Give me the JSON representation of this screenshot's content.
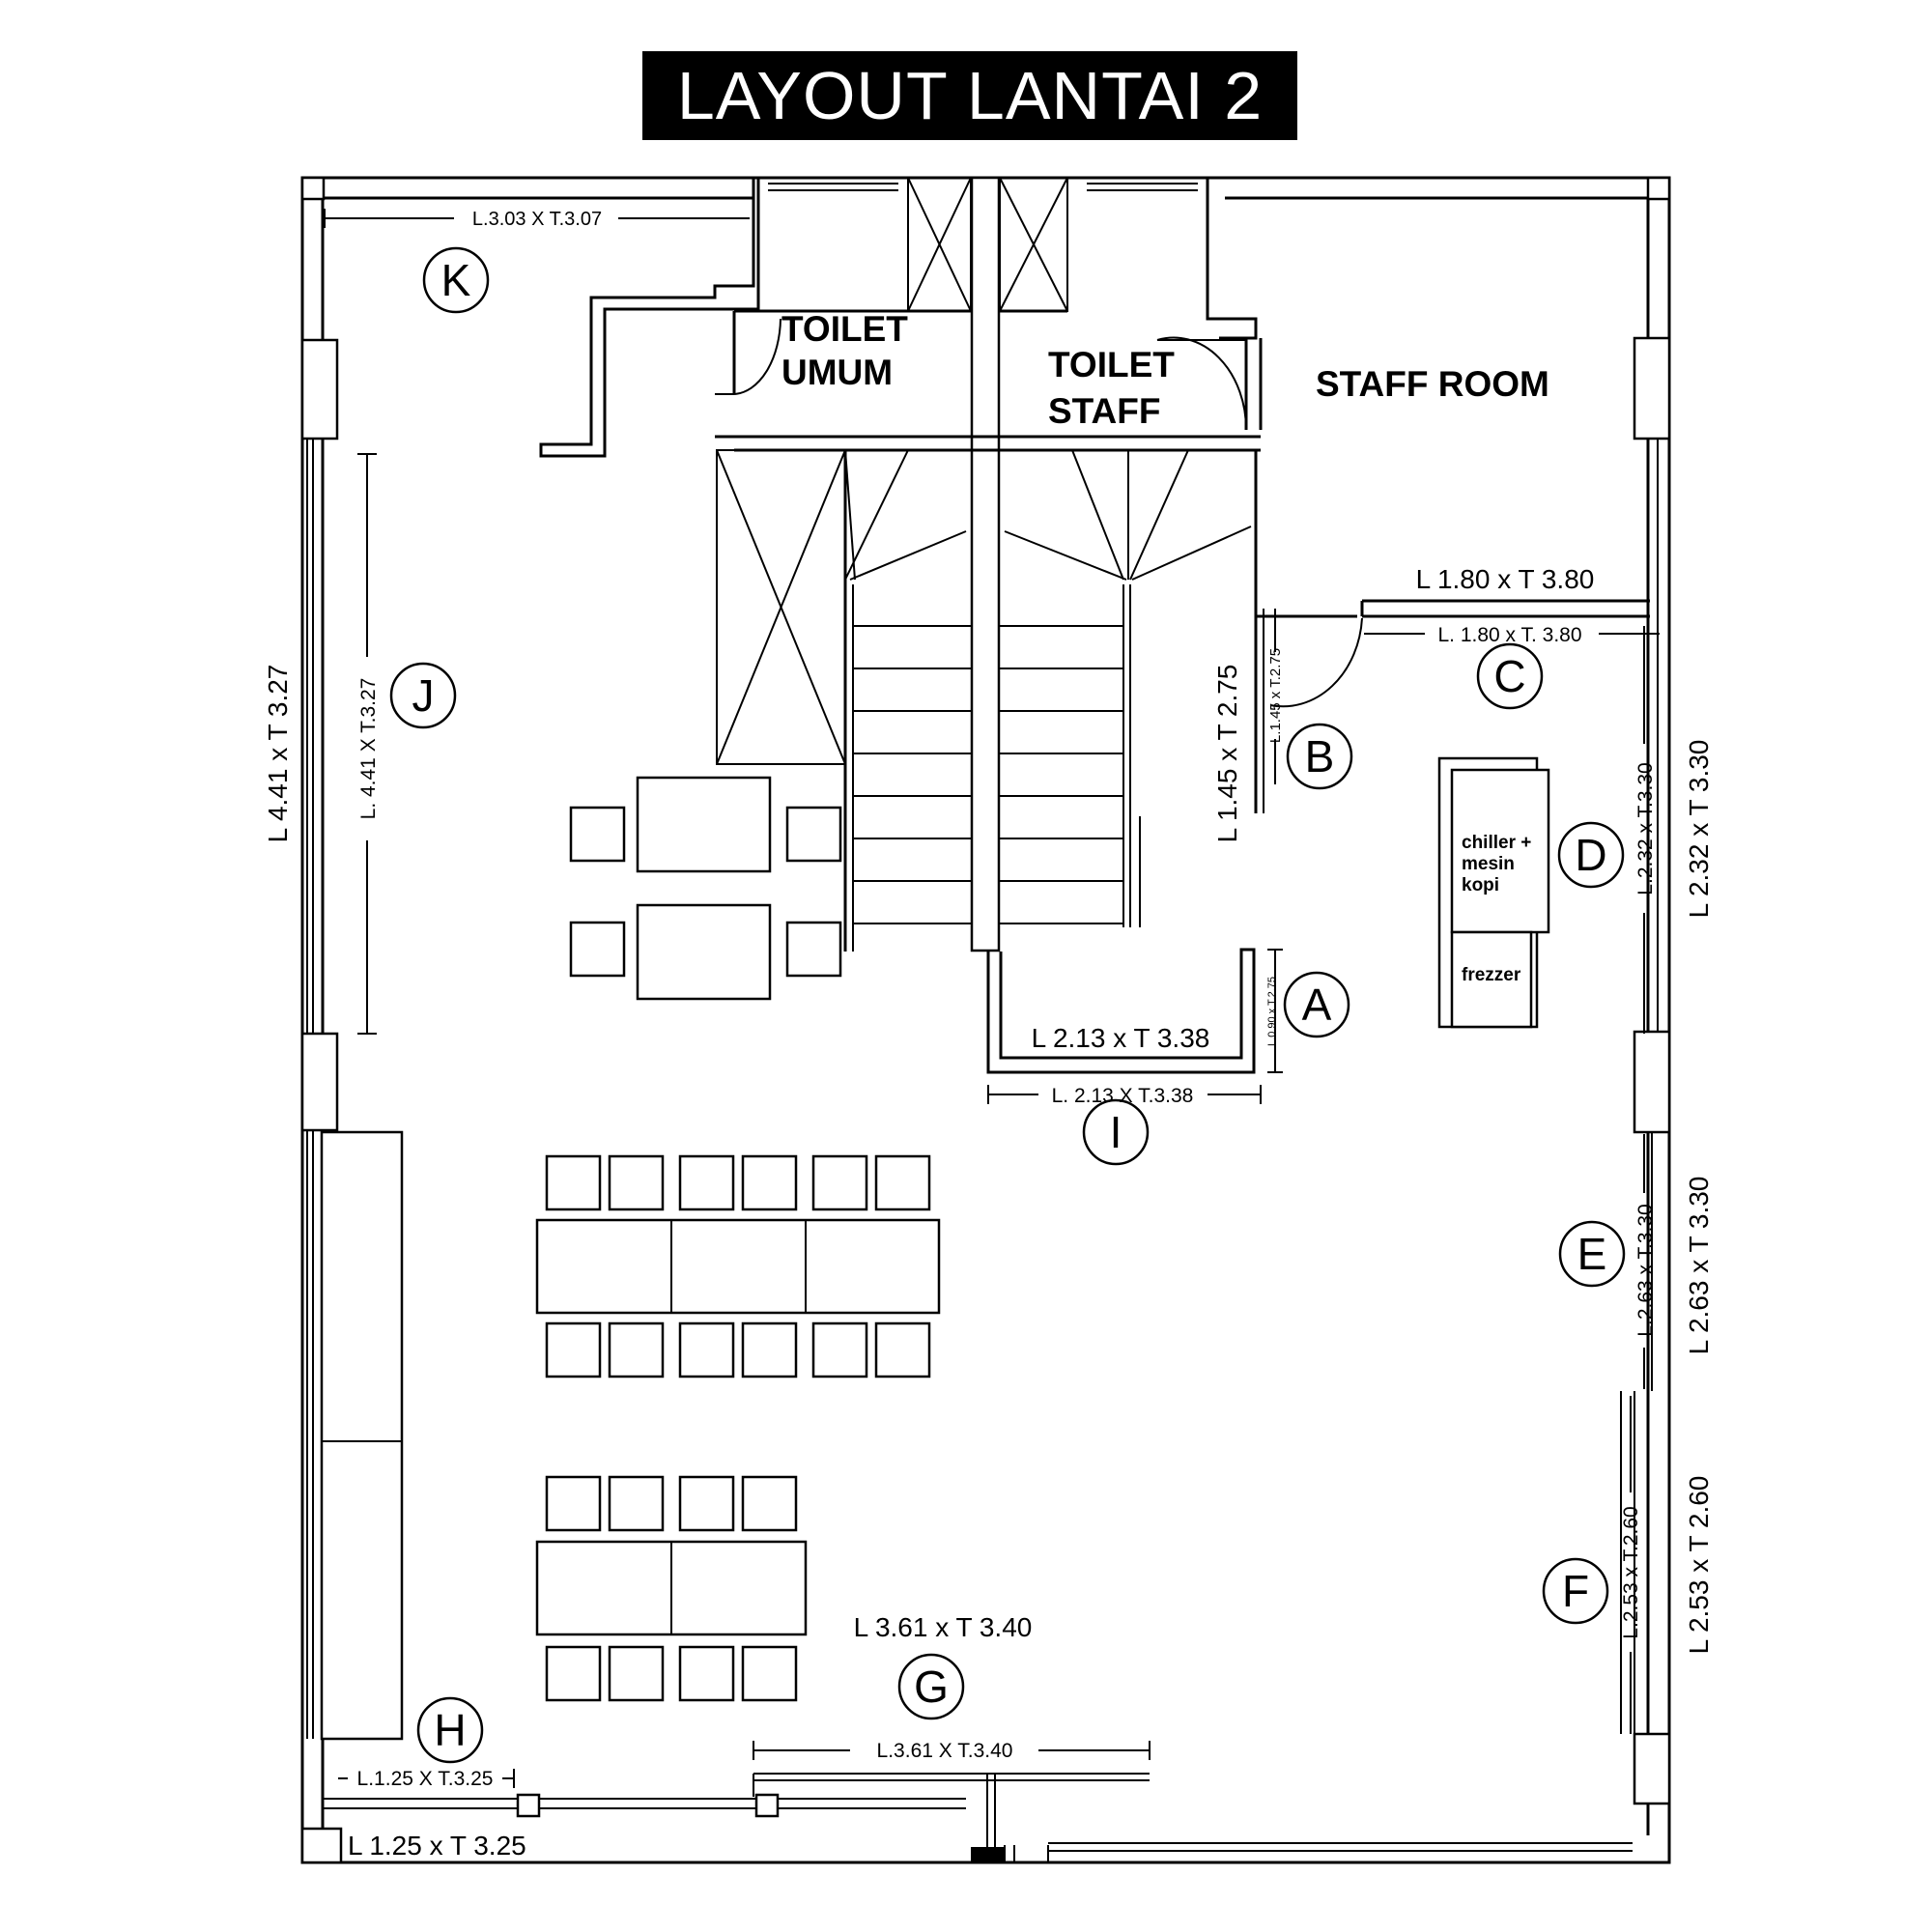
{
  "title": "LAYOUT LANTAI 2",
  "rooms": {
    "toilet_umum": [
      "TOILET",
      "UMUM"
    ],
    "toilet_staff": [
      "TOILET",
      "STAFF"
    ],
    "staff_room": "STAFF ROOM"
  },
  "equipment": {
    "chiller": [
      "chiller +",
      "mesin",
      "kopi"
    ],
    "freezer": "frezzer"
  },
  "zones": [
    "A",
    "B",
    "C",
    "D",
    "E",
    "F",
    "G",
    "H",
    "I",
    "J",
    "K"
  ],
  "dimensions": {
    "k_inner": "L.3.03 X T.3.07",
    "j_outer": "L 4.41 x T 3.27",
    "j_inner": "L. 4.41 X T.3.27",
    "c_outer": "L 1.80 x T 3.80",
    "c_inner": "L. 1.80 x T. 3.80",
    "b_outer": "L 1.45 x T 2.75",
    "b_inner": "L.1.45 x T.2.75",
    "d_outer": "L 2.32 x T 3.30",
    "d_inner": "L.2.32 x T.3.30",
    "a_inner": "L.0.90 x T.2.75",
    "i_outer": "L 2.13 x T 3.38",
    "i_inner": "L. 2.13 X T.3.38",
    "e_outer": "L 2.63 x T 3.30",
    "e_inner": "L.2.63 x T.3.30",
    "f_outer": "L 2.53 x T 2.60",
    "f_inner": "L.2.53 x T.2.60",
    "g_outer": "L 3.61 x T 3.40",
    "g_inner": "L.3.61 X T.3.40",
    "h_inner": "L.1.25 X T.3.25",
    "h_outer": "L 1.25 x T 3.25"
  }
}
